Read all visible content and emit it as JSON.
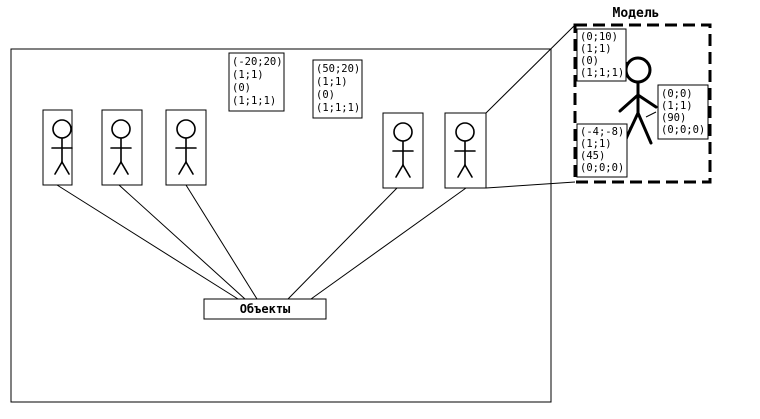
{
  "diagram": {
    "objects_label": "Объекты",
    "model_title": "Модель",
    "params_left": [
      "(-20;20)",
      "(1;1)",
      "(0)",
      "(1;1;1)"
    ],
    "params_right": [
      "(50;20)",
      "(1;1)",
      "(0)",
      "(1;1;1)"
    ],
    "model_params_top": [
      "(0;10)",
      "(1;1)",
      "(0)",
      "(1;1;1)"
    ],
    "model_params_right": [
      "(0;0)",
      "(1;1)",
      "(90)",
      "(0;0;0)"
    ],
    "model_params_bottom": [
      "(-4;-8)",
      "(1;1)",
      "(45)",
      "(0;0;0)"
    ],
    "object_count": 5
  }
}
